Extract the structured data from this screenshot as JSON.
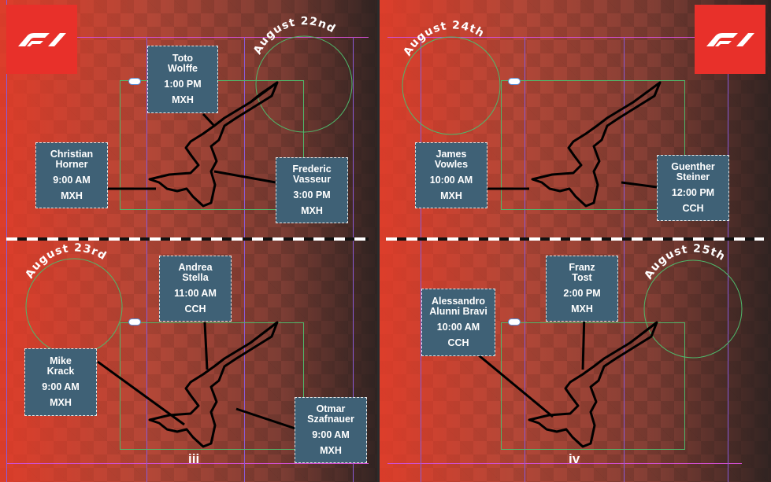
{
  "pages": [
    {
      "folio": "iii",
      "dates": {
        "top": "August 22nd",
        "bottom": "August 23rd"
      },
      "cards": [
        {
          "id": "toto",
          "name_l1": "Toto",
          "name_l2": "Wolffe",
          "time": "1:00 PM",
          "code": "MXH"
        },
        {
          "id": "christian",
          "name_l1": "Christian",
          "name_l2": "Horner",
          "time": "9:00 AM",
          "code": "MXH"
        },
        {
          "id": "frederic",
          "name_l1": "Frederic",
          "name_l2": "Vasseur",
          "time": "3:00 PM",
          "code": "MXH"
        },
        {
          "id": "andrea",
          "name_l1": "Andrea",
          "name_l2": "Stella",
          "time": "11:00 AM",
          "code": "CCH"
        },
        {
          "id": "mike",
          "name_l1": "Mike",
          "name_l2": "Krack",
          "time": "9:00 AM",
          "code": "MXH"
        },
        {
          "id": "otmar",
          "name_l1": "Otmar",
          "name_l2": "Szafnauer",
          "time": "9:00 AM",
          "code": "MXH"
        }
      ]
    },
    {
      "folio": "iv",
      "dates": {
        "top": "August 24th",
        "bottom": "August 25th"
      },
      "cards": [
        {
          "id": "james",
          "name_l1": "James",
          "name_l2": "Vowles",
          "time": "10:00 AM",
          "code": "MXH"
        },
        {
          "id": "guenther",
          "name_l1": "Guenther",
          "name_l2": "Steiner",
          "time": "12:00 PM",
          "code": "CCH"
        },
        {
          "id": "franz",
          "name_l1": "Franz",
          "name_l2": "Tost",
          "time": "2:00 PM",
          "code": "MXH"
        },
        {
          "id": "alessandro",
          "name_l1": "Alessandro",
          "name_l2": "Alunni Bravi",
          "time": "10:00 AM",
          "code": "CCH"
        }
      ]
    }
  ],
  "colors": {
    "card_bg": "#3f6176",
    "logo_red": "#e8302a",
    "guide_magenta": "#d14fd1",
    "guide_green": "#4fb86b"
  },
  "icons": [
    "f1-logo-icon",
    "circuit-track-icon",
    "anchor-link-icon"
  ]
}
